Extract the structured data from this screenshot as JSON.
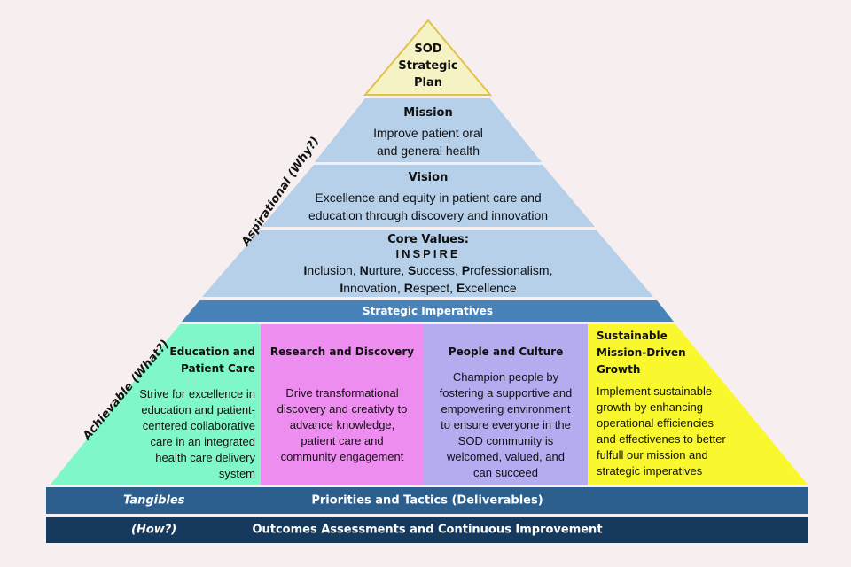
{
  "top": {
    "lines": [
      "SOD",
      "Strategic",
      "Plan"
    ]
  },
  "mission": {
    "title": "Mission",
    "lines": [
      "Improve patient oral",
      "and general health"
    ]
  },
  "vision": {
    "title": "Vision",
    "lines": [
      "Excellence and equity in patient care and",
      "education through discovery and innovation"
    ]
  },
  "core_values": {
    "title": "Core Values:",
    "acronym": "INSPIRE",
    "words_line1": [
      [
        "I",
        "nclusion, "
      ],
      [
        "N",
        "urture, "
      ],
      [
        "S",
        "uccess, "
      ],
      [
        "P",
        "rofessionalism,"
      ]
    ],
    "words_line2": [
      [
        "I",
        "nnovation, "
      ],
      [
        "R",
        "espect, "
      ],
      [
        "E",
        "xcellence"
      ]
    ]
  },
  "strategic_imperatives": {
    "label": "Strategic Imperatives"
  },
  "side_labels": {
    "aspirational": "Aspirational (Why?)",
    "achievable": "Achievable (What?)"
  },
  "imperatives": [
    {
      "title_lines": [
        "Education and",
        "Patient Care"
      ],
      "body_lines": [
        "Strive for excellence in",
        "education and patient-",
        "centered collaborative",
        "care in an integrated",
        "health care delivery",
        "system"
      ],
      "color": "#7ff7c8"
    },
    {
      "title_lines": [
        "Research and Discovery"
      ],
      "body_lines": [
        "Drive transformational",
        "discovery and creativty to",
        "advance knowledge,",
        "patient care and",
        "community engagement"
      ],
      "color": "#ee8df0"
    },
    {
      "title_lines": [
        "People and Culture"
      ],
      "body_lines": [
        "Champion people by",
        "fostering a supportive and",
        "empowering environment",
        "to ensure everyone in the",
        "SOD community is",
        "welcomed, valued, and",
        "can succeed"
      ],
      "color": "#b5acef"
    },
    {
      "title_lines": [
        "Sustainable",
        "Mission-Driven",
        "Growth"
      ],
      "body_lines": [
        "Implement sustainable",
        "growth by enhancing",
        "operational efficiencies",
        "and effectivenes to better",
        "fulfull our mission and",
        "strategic imperatives"
      ],
      "color": "#f9f72d"
    }
  ],
  "bands": [
    {
      "left": "Tangibles",
      "center": "Priorities and Tactics (Deliverables)",
      "color": "#2c5e8e"
    },
    {
      "left": "(How?)",
      "center": "Outcomes Assessments and Continuous Improvement",
      "color": "#163a5e"
    }
  ],
  "colors": {
    "tier": "#b6d0ea",
    "top": "#f5f2c4",
    "top_border": "#e0c24a",
    "imperative_bar": "#4783b8"
  }
}
